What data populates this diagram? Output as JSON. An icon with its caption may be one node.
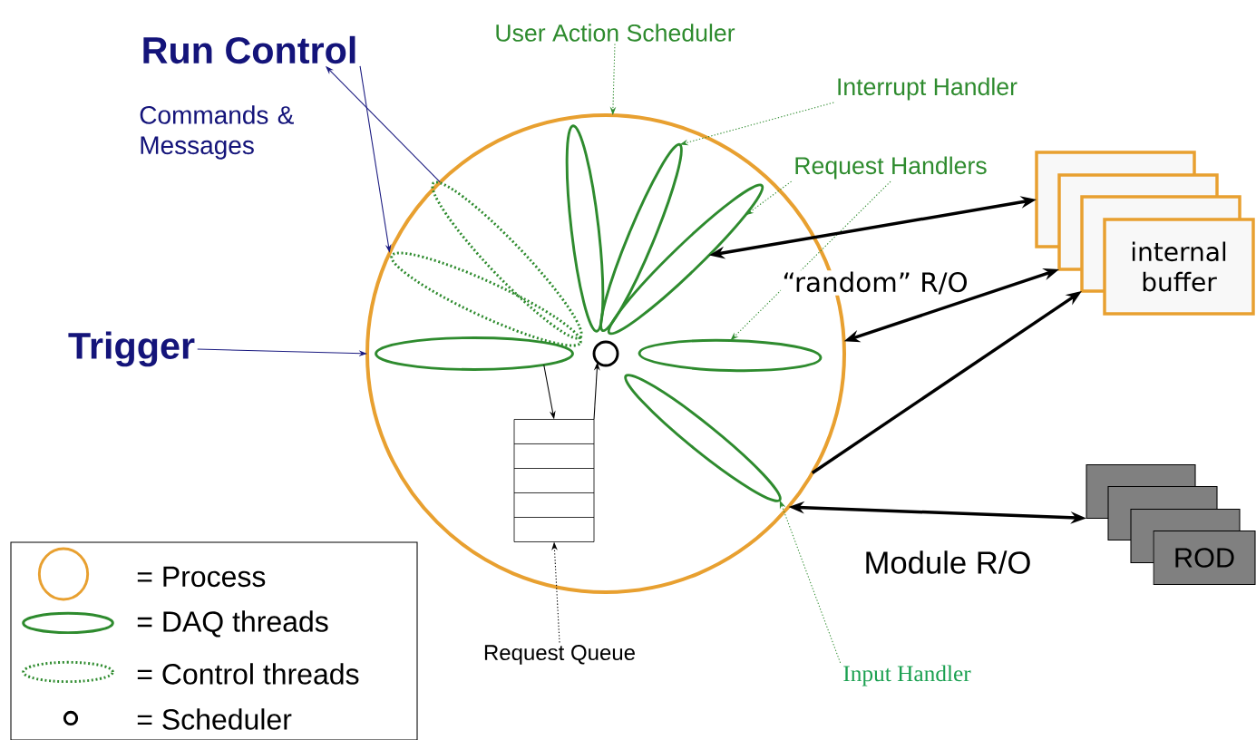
{
  "diagram": {
    "nodes": [
      {
        "text": [
          "Run Control"
        ]
      },
      {
        "text": [
          "User Action Scheduler"
        ]
      },
      {
        "text": [
          "Interrupt Handler"
        ]
      },
      {
        "text": [
          "Request Handlers"
        ]
      },
      {
        "text": [],
        "shape": "circle"
      },
      {
        "text": [],
        "shape": "ellipse",
        "in": 4
      },
      {
        "text": [],
        "shape": "ellipse",
        "in": 4
      },
      {
        "text": [],
        "shape": "ellipse",
        "in": 4
      },
      {
        "text": [],
        "shape": "ellipse",
        "in": 4
      },
      {
        "text": [],
        "shape": "ellipse",
        "in": 4
      },
      {
        "text": [],
        "shape": "ellipse",
        "in": 4
      },
      {
        "text": [],
        "shape": "circle",
        "in": 4
      },
      {
        "text": [],
        "shape": "ellipse",
        "in": 4
      },
      {
        "text": [],
        "shape": "ellipse",
        "in": 4
      },
      {
        "text": [],
        "shape": "box",
        "in": 4
      },
      {
        "text": [
          "Trigger"
        ]
      },
      {
        "text": [],
        "shape": "box"
      },
      {
        "text": [],
        "shape": "box"
      },
      {
        "text": [],
        "shape": "box"
      },
      {
        "text": [
          "internal buffer"
        ]
      },
      {
        "text": [],
        "shape": "box"
      },
      {
        "text": [],
        "shape": "box"
      },
      {
        "text": [],
        "shape": "box"
      },
      {
        "text": [
          "ROD"
        ]
      },
      {
        "text": [
          "Request Queue"
        ]
      },
      {
        "text": [
          "Input Handler"
        ]
      }
    ],
    "edges": [
      {
        "from": 4,
        "to": 0,
        "arrow": "to",
        "color": "#1a1a80"
      },
      {
        "from": 0,
        "to": 4,
        "arrow": "to",
        "color": "#1a1a80"
      },
      {
        "from": 15,
        "to": 4,
        "arrow": "to",
        "color": "#1a1a80"
      },
      {
        "from": 1,
        "to": 4,
        "arrow": "to",
        "style": "dashed",
        "color": "#2e8b2e"
      },
      {
        "from": 2,
        "to": 6,
        "arrow": "to",
        "style": "dashed",
        "color": "#2e8b2e"
      },
      {
        "from": 3,
        "to": 7,
        "arrow": "to",
        "style": "dashed",
        "color": "#2e8b2e"
      },
      {
        "from": 3,
        "to": 12,
        "arrow": "to",
        "style": "dashed",
        "color": "#2e8b2e"
      },
      {
        "from": 24,
        "to": 14,
        "arrow": "to",
        "style": "dashed"
      },
      {
        "from": 25,
        "to": 13,
        "arrow": "to",
        "style": "dashed",
        "color": "#2e8b2e"
      },
      {
        "from": 10,
        "to": 14,
        "arrow": "to"
      },
      {
        "from": 14,
        "to": 11,
        "arrow": "to"
      },
      {
        "from": 7,
        "to": 16,
        "arrow": "both",
        "style": "thick",
        "label": "“random” R/O"
      },
      {
        "from": 4,
        "to": 17,
        "arrow": "both",
        "style": "thick"
      },
      {
        "from": 4,
        "to": 18,
        "arrow": "to",
        "style": "thick"
      },
      {
        "from": 4,
        "to": 20,
        "arrow": "both",
        "style": "thick",
        "label": "Module R/O"
      }
    ],
    "labels": [
      "Commands & Messages"
    ],
    "legend": [
      {
        "text": "= Process"
      },
      {
        "text": "= DAQ threads"
      },
      {
        "text": "= Control threads"
      },
      {
        "text": "= Scheduler"
      }
    ]
  }
}
